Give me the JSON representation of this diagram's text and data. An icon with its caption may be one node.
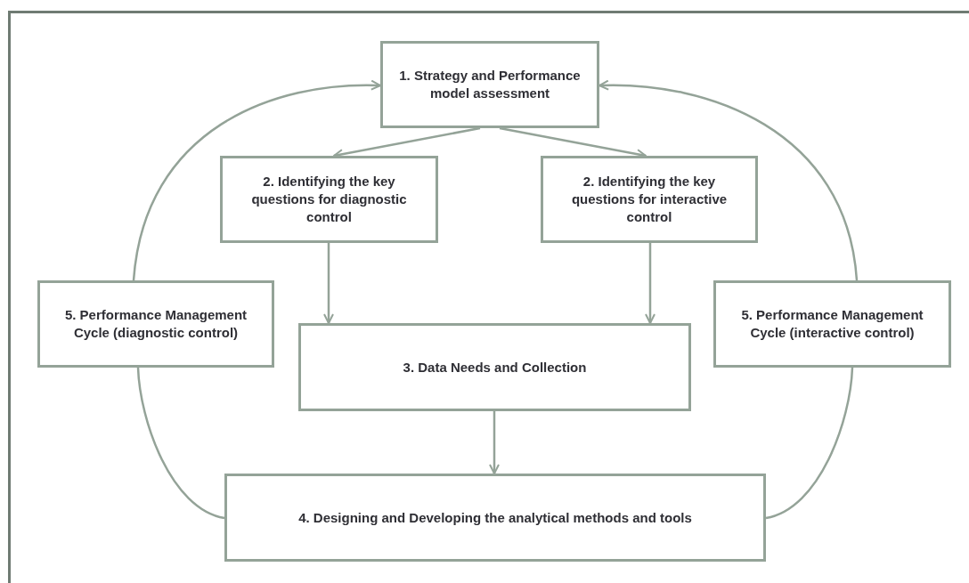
{
  "diagram": {
    "nodes": [
      {
        "text": [
          "1. Strategy and Performance model assessment"
        ]
      },
      {
        "text": [
          "2. Identifying the key questions for diagnostic control"
        ]
      },
      {
        "text": [
          "2. Identifying the key questions for interactive control"
        ]
      },
      {
        "text": [
          "5. Performance Management Cycle (diagnostic control)"
        ]
      },
      {
        "text": [
          "3. Data Needs and Collection"
        ]
      },
      {
        "text": [
          "4. Designing and Developing the analytical methods and tools"
        ]
      },
      {
        "text": [
          "5. Performance Management Cycle (interactive control)"
        ]
      }
    ],
    "edges": [
      {
        "from": 0,
        "to": 1,
        "arrow": "to"
      },
      {
        "from": 0,
        "to": 2,
        "arrow": "to"
      },
      {
        "from": 1,
        "to": 4,
        "arrow": "to"
      },
      {
        "from": 2,
        "to": 4,
        "arrow": "to"
      },
      {
        "from": 4,
        "to": 5,
        "arrow": "to"
      },
      {
        "from": 5,
        "to": 3,
        "arrow": "none"
      },
      {
        "from": 3,
        "to": 0,
        "arrow": "to"
      },
      {
        "from": 5,
        "to": 6,
        "arrow": "none"
      },
      {
        "from": 6,
        "to": 0,
        "arrow": "to"
      }
    ]
  }
}
